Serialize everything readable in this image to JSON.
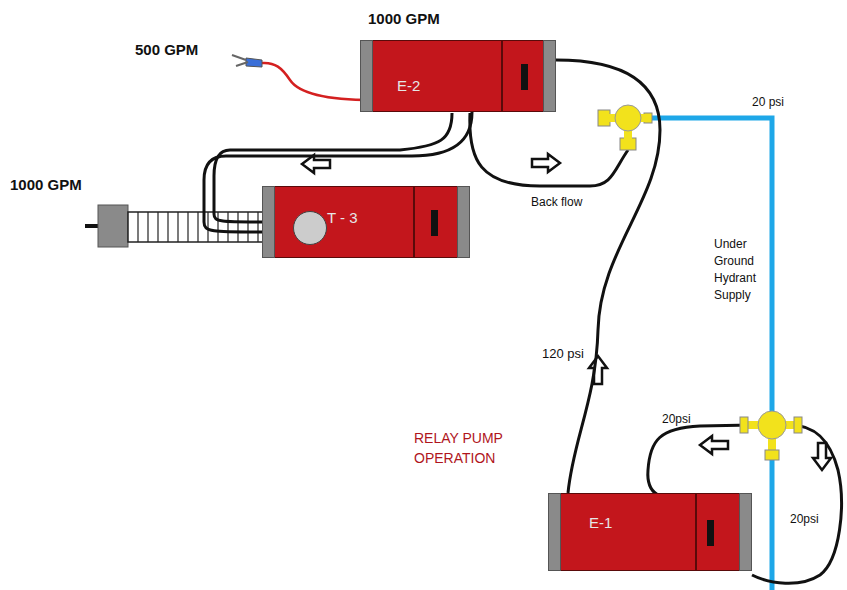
{
  "diagram": {
    "nodes": [
      {
        "text": [
          "E-2"
        ]
      },
      {
        "text": [
          "T - 3"
        ]
      },
      {
        "text": [
          "E-1"
        ]
      }
    ],
    "edges": [
      {
        "from": 0,
        "to": 1,
        "arrow": "none"
      },
      {
        "from": 2,
        "to": 0,
        "label": "120 psi",
        "arrow": "none"
      }
    ],
    "labels": [
      "1000 GPM",
      "500 GPM",
      "1000 GPM",
      "20 psi",
      "Back flow",
      "Under Ground Hydrant Supply",
      "20psi",
      "20psi",
      "RELAY PUMP OPERATION"
    ]
  }
}
